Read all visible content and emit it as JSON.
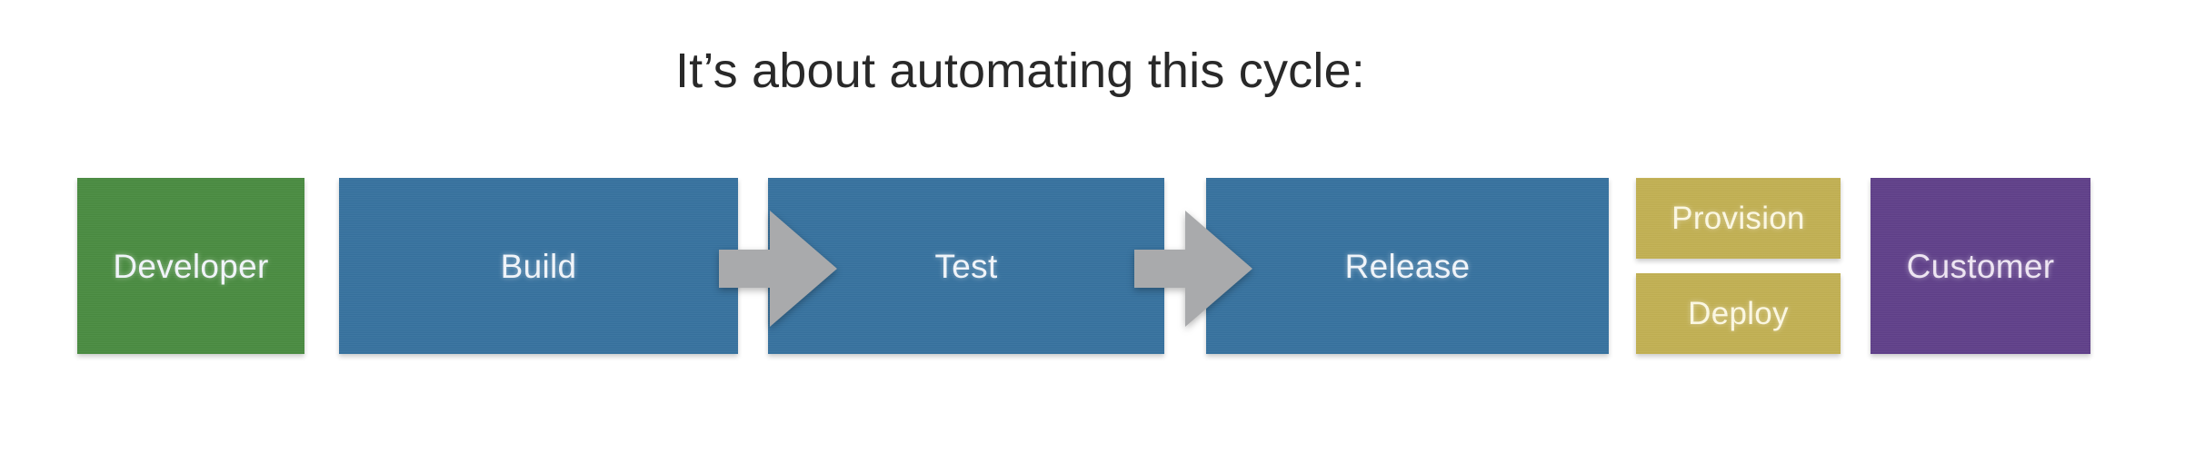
{
  "slide": {
    "title": "It’s about automating this cycle:",
    "background_color": "#ffffff",
    "title_color": "#292929"
  },
  "pipeline": {
    "stages": [
      {
        "id": "developer",
        "label": "Developer",
        "color": "#4a8c41",
        "text_color": "#f2f6fb",
        "role": "actor-start"
      },
      {
        "id": "build",
        "label": "Build",
        "color": "#37729f",
        "text_color": "#f2f6fb",
        "role": "pipeline-stage"
      },
      {
        "id": "test",
        "label": "Test",
        "color": "#37729f",
        "text_color": "#f2f6fb",
        "role": "pipeline-stage"
      },
      {
        "id": "release",
        "label": "Release",
        "color": "#37729f",
        "text_color": "#f2f6fb",
        "role": "pipeline-stage"
      },
      {
        "id": "provision",
        "label": "Provision",
        "color": "#c2b053",
        "text_color": "#fdf9e3",
        "role": "ops-stage"
      },
      {
        "id": "deploy",
        "label": "Deploy",
        "color": "#c2b053",
        "text_color": "#fdf9e3",
        "role": "ops-stage"
      },
      {
        "id": "customer",
        "label": "Customer",
        "color": "#60408a",
        "text_color": "#efe6f4",
        "role": "actor-end"
      }
    ],
    "arrows": [
      {
        "id": "build-to-test",
        "from": "build",
        "to": "test",
        "color": "#a9aaac",
        "direction": "right"
      },
      {
        "id": "test-to-release",
        "from": "test",
        "to": "release",
        "color": "#a9aaac",
        "direction": "right"
      }
    ]
  }
}
